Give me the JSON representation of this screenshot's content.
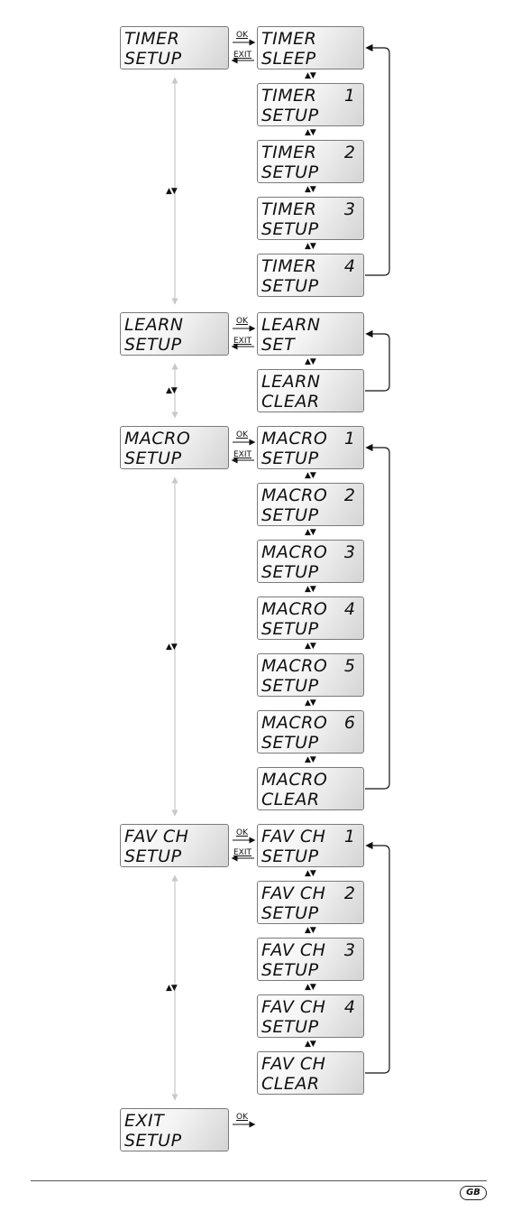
{
  "footer": {
    "badge": "GB"
  },
  "labels": {
    "ok": "OK",
    "exit": "EXIT",
    "updown": "▲▼"
  },
  "groups": [
    {
      "id": "timer",
      "main": {
        "line1": "TIMER",
        "line2": "SETUP"
      },
      "sub": [
        {
          "line1": "TIMER",
          "line2": "SLEEP",
          "num": ""
        },
        {
          "line1": "TIMER",
          "line2": "SETUP",
          "num": "1"
        },
        {
          "line1": "TIMER",
          "line2": "SETUP",
          "num": "2"
        },
        {
          "line1": "TIMER",
          "line2": "SETUP",
          "num": "3"
        },
        {
          "line1": "TIMER",
          "line2": "SETUP",
          "num": "4"
        }
      ]
    },
    {
      "id": "learn",
      "main": {
        "line1": "LEARN",
        "line2": "SETUP"
      },
      "sub": [
        {
          "line1": "LEARN",
          "line2": "SET",
          "num": ""
        },
        {
          "line1": "LEARN",
          "line2": "CLEAR",
          "num": ""
        }
      ]
    },
    {
      "id": "macro",
      "main": {
        "line1": "MACRO",
        "line2": "SETUP"
      },
      "sub": [
        {
          "line1": "MACRO",
          "line2": "SETUP",
          "num": "1"
        },
        {
          "line1": "MACRO",
          "line2": "SETUP",
          "num": "2"
        },
        {
          "line1": "MACRO",
          "line2": "SETUP",
          "num": "3"
        },
        {
          "line1": "MACRO",
          "line2": "SETUP",
          "num": "4"
        },
        {
          "line1": "MACRO",
          "line2": "SETUP",
          "num": "5"
        },
        {
          "line1": "MACRO",
          "line2": "SETUP",
          "num": "6"
        },
        {
          "line1": "MACRO",
          "line2": "CLEAR",
          "num": ""
        }
      ]
    },
    {
      "id": "fav",
      "main": {
        "line1": "FAV CH",
        "line2": "SETUP"
      },
      "sub": [
        {
          "line1": "FAV CH",
          "line2": "SETUP",
          "num": "1"
        },
        {
          "line1": "FAV CH",
          "line2": "SETUP",
          "num": "2"
        },
        {
          "line1": "FAV CH",
          "line2": "SETUP",
          "num": "3"
        },
        {
          "line1": "FAV CH",
          "line2": "SETUP",
          "num": "4"
        },
        {
          "line1": "FAV CH",
          "line2": "CLEAR",
          "num": ""
        }
      ]
    }
  ],
  "exit_item": {
    "line1": "EXIT",
    "line2": "SETUP"
  }
}
